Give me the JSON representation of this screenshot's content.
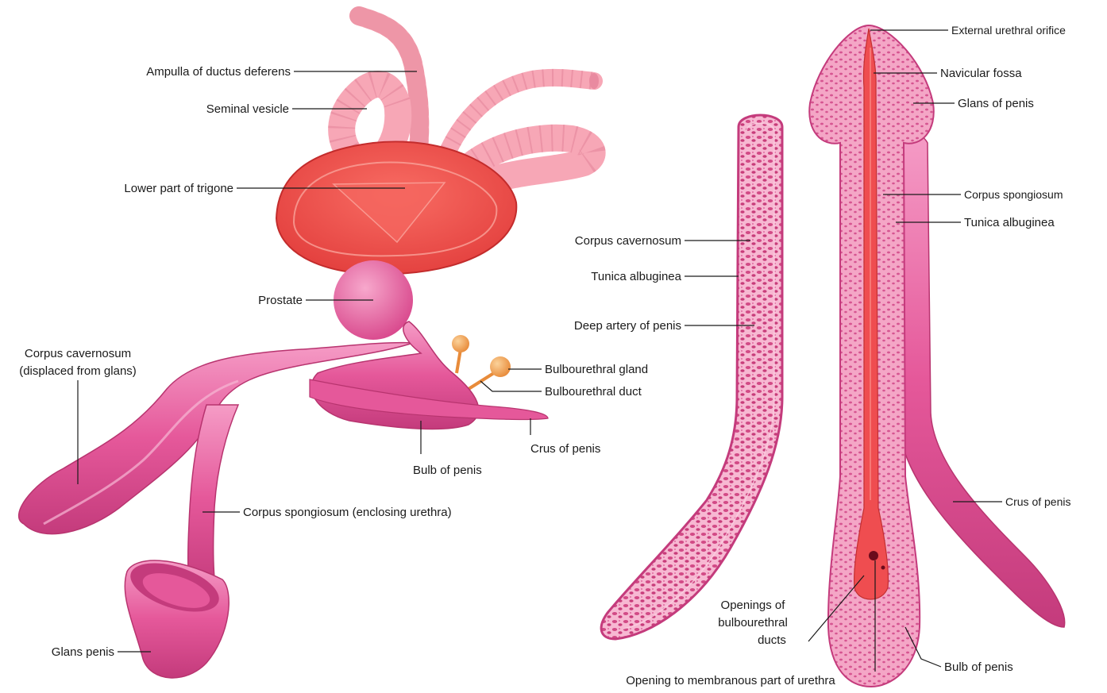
{
  "labels": {
    "ampulla": "Ampulla of ductus deferens",
    "seminal_vesicle": "Seminal vesicle",
    "trigone": "Lower part of trigone",
    "prostate": "Prostate",
    "corpus_cavernosum_left_1": "Corpus cavernosum",
    "corpus_cavernosum_left_2": "(displaced from glans)",
    "bulbourethral_gland": "Bulbourethral gland",
    "bulbourethral_duct": "Bulbourethral duct",
    "crus_left": "Crus of penis",
    "bulb_left": "Bulb of penis",
    "corpus_spongiosum_left": "Corpus spongiosum (enclosing urethra)",
    "glans_left": "Glans penis",
    "corpus_cavernosum_mid": "Corpus cavernosum",
    "tunica_mid": "Tunica albuginea",
    "deep_artery": "Deep artery of penis",
    "external_urethral_orifice": "External urethral orifice",
    "navicular_fossa": "Navicular fossa",
    "glans_right": "Glans of penis",
    "corpus_spongiosum_right": "Corpus spongiosum",
    "tunica_right": "Tunica albuginea",
    "crus_right": "Crus of penis",
    "openings_1": "Openings of",
    "openings_2": "bulbourethral",
    "openings_3": "ducts",
    "bulb_right": "Bulb of penis",
    "opening_membranous": "Opening to membranous part of urethra"
  },
  "colors": {
    "pink_main": "#e5589a",
    "pink_light": "#f28fbd",
    "pink_dark": "#c43b7c",
    "vesicle": "#f7a7b6",
    "bladder": "#f04f4a",
    "urethra": "#ef4d50",
    "gland": "#f3a24d"
  }
}
